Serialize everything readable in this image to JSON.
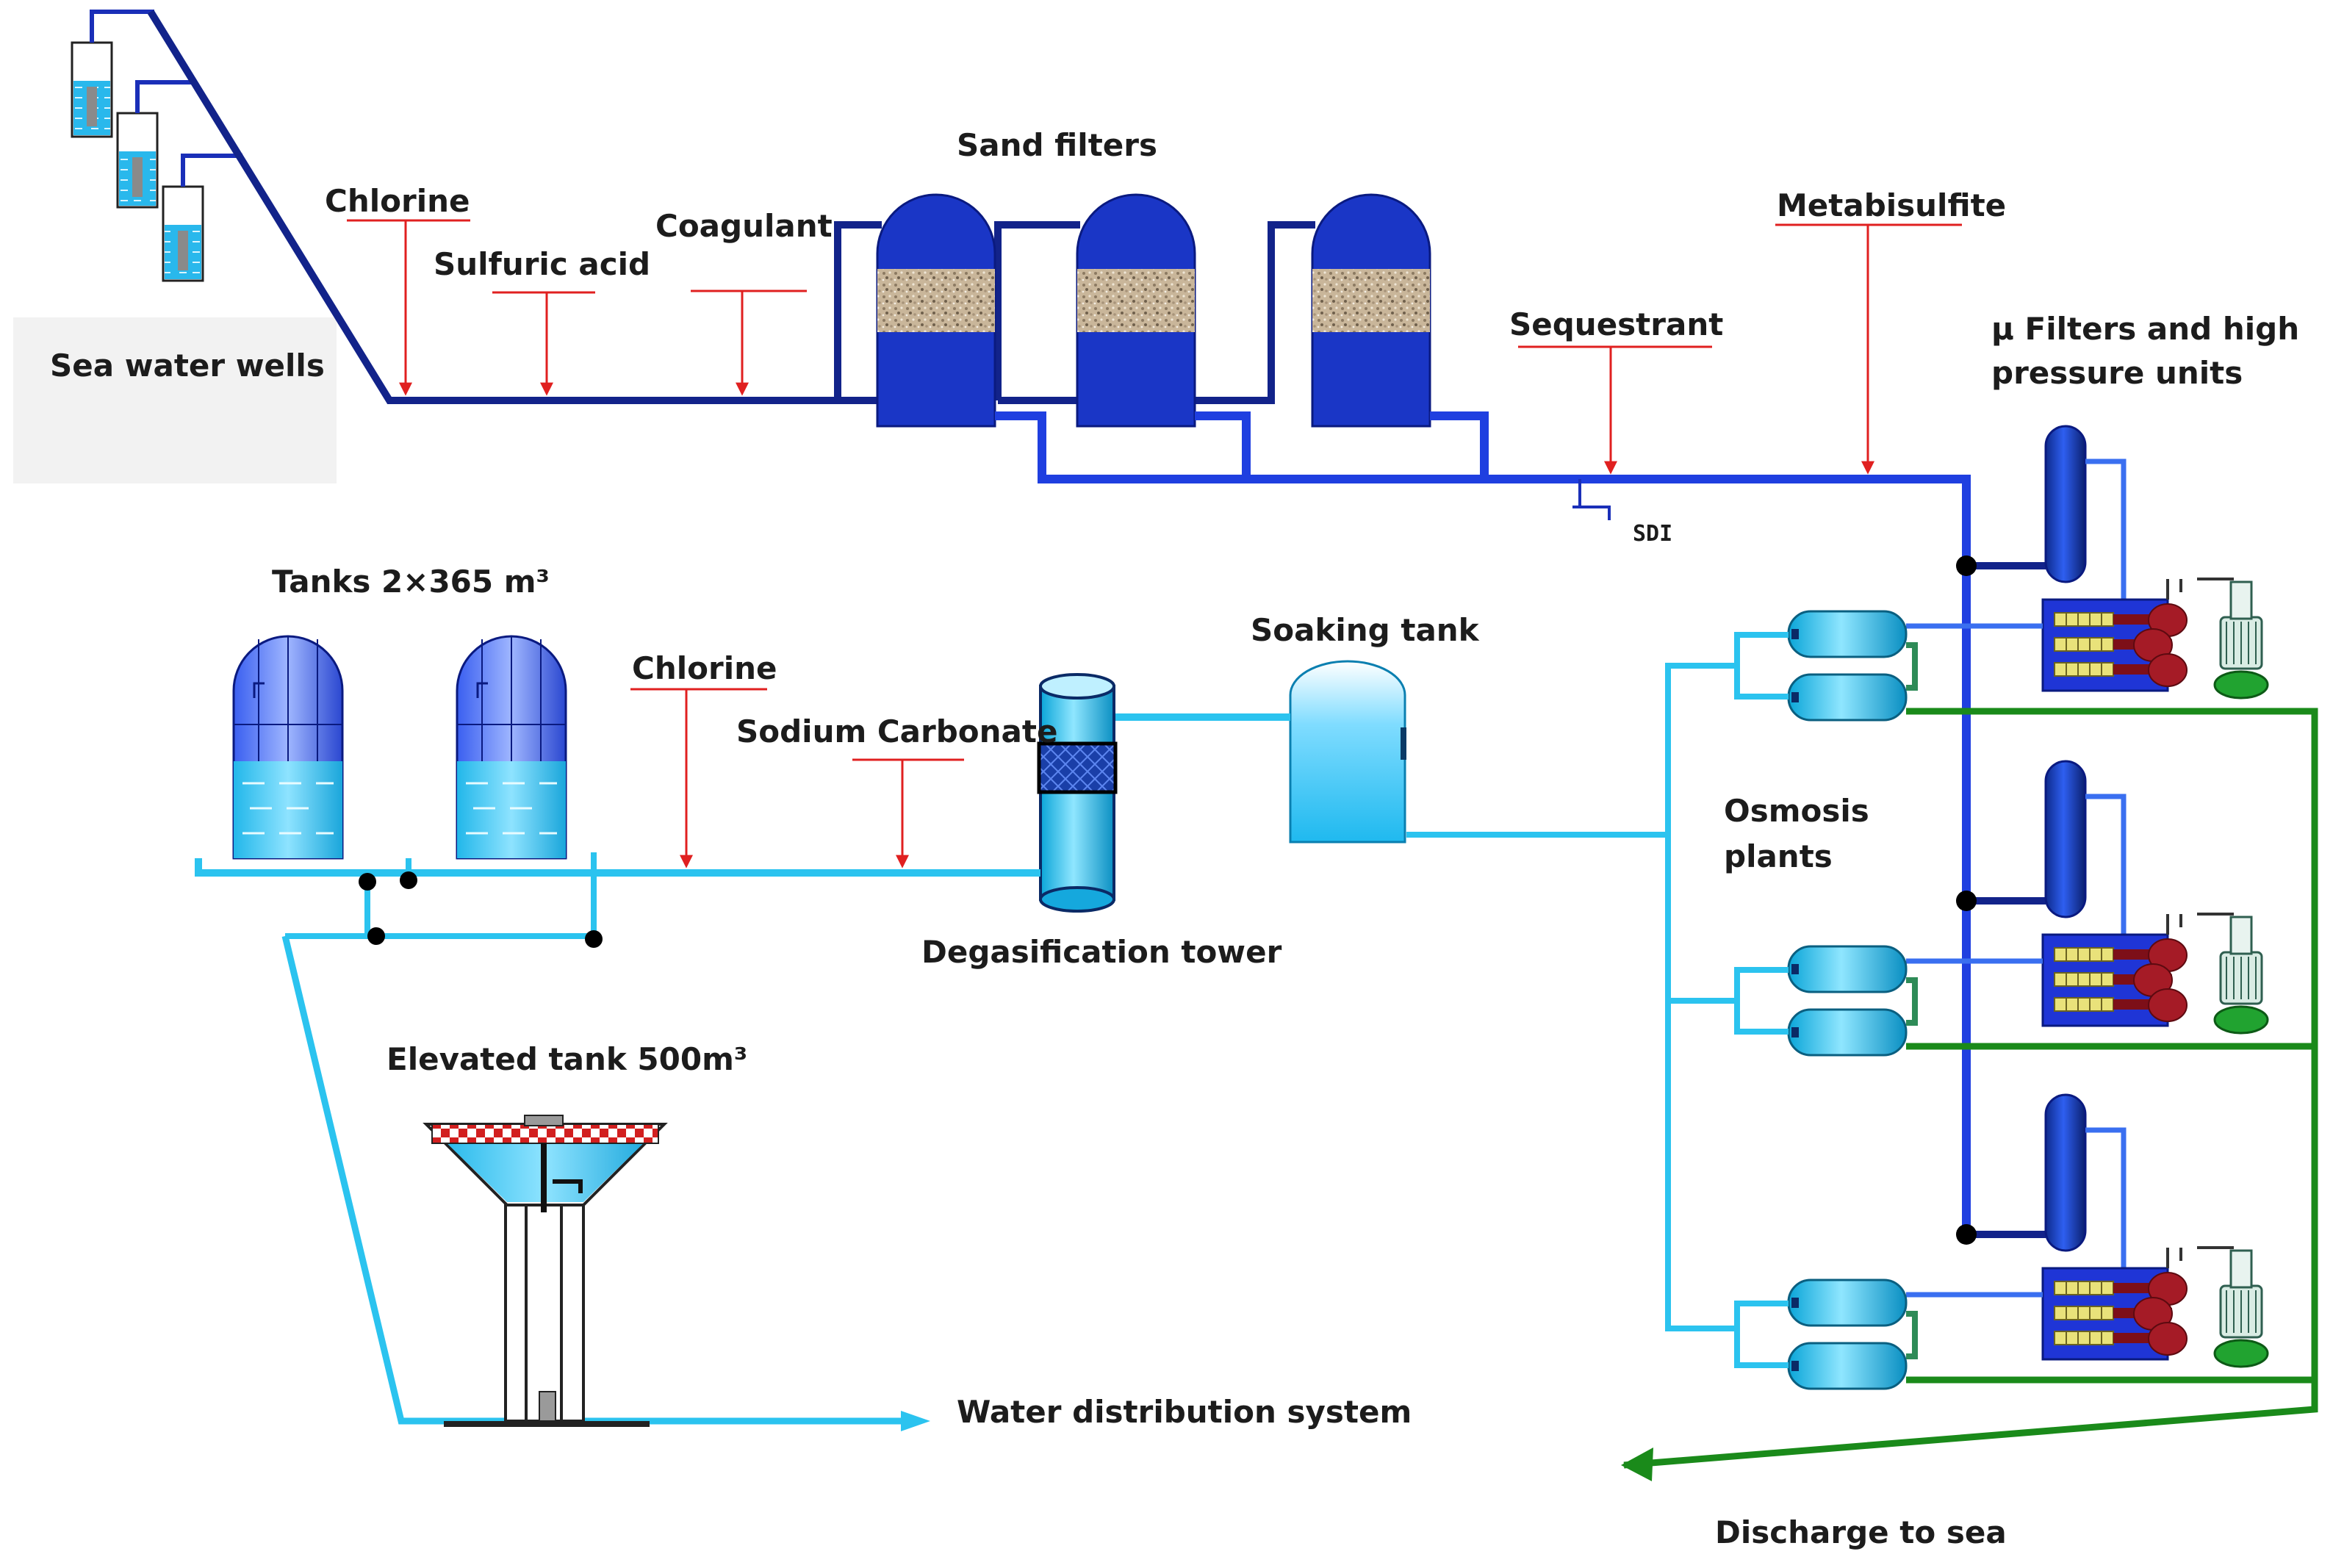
{
  "labels": {
    "sea_water_wells": "Sea water wells",
    "chlorine_1": "Chlorine",
    "sulfuric_acid": "Sulfuric acid",
    "coagulant": "Coagulant",
    "sand_filters": "Sand filters",
    "metabisulfite": "Metabisulfite",
    "sequestrant": "Sequestrant",
    "sdi": "SDI",
    "mu_filters_line1": "μ Filters and high",
    "mu_filters_line2": "pressure units",
    "tanks": "Tanks 2×365 m³",
    "chlorine_2": "Chlorine",
    "sodium_carbonate": "Sodium Carbonate",
    "soaking_tank": "Soaking tank",
    "degasification_tower": "Degasification tower",
    "osmosis_line1": "Osmosis",
    "osmosis_line2": "plants",
    "elevated_tank": "Elevated tank 500m³",
    "water_distribution": "Water distribution system",
    "discharge": "Discharge to sea"
  },
  "colors": {
    "navy_pipe": "#12238a",
    "blue_pipe": "#1f3fe0",
    "cyan_pipe": "#2bc3ef",
    "green_pipe": "#1a8a1a",
    "dose_red": "#e02020"
  }
}
